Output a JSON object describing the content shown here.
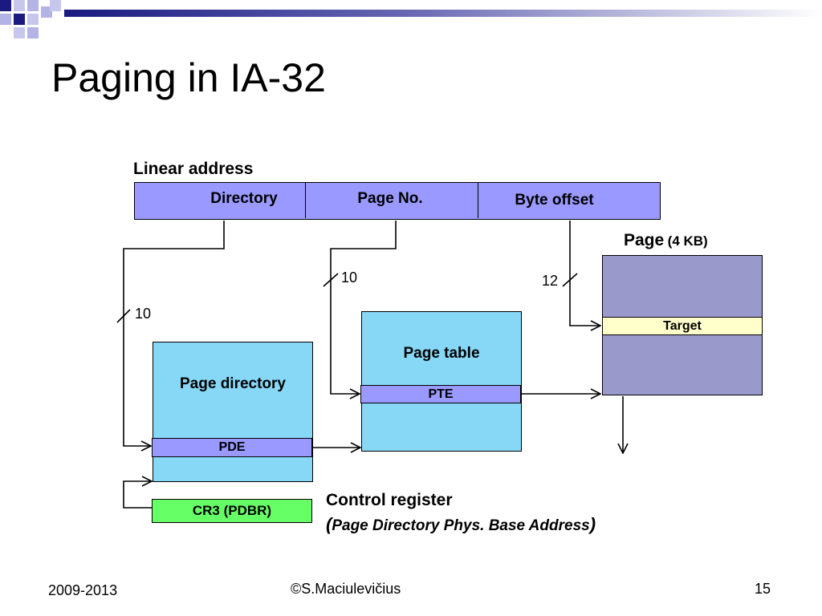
{
  "slide": {
    "title": "Paging in IA-32",
    "footer": {
      "years": "2009-2013",
      "author": "©S.Maciulevičius",
      "page_number": "15"
    }
  },
  "diagram": {
    "linear_address": {
      "label": "Linear address",
      "fields": [
        "Directory",
        "Page No.",
        "Byte offset"
      ]
    },
    "bit_widths": {
      "directory": "10",
      "page_no": "10",
      "byte_offset": "12"
    },
    "page_directory": {
      "label": "Page directory",
      "entry": "PDE"
    },
    "page_table": {
      "label": "Page table",
      "entry": "PTE"
    },
    "page": {
      "label": "Page",
      "size": "(4 KB)",
      "entry": "Target"
    },
    "cr3": {
      "label": "CR3 (PDBR)"
    },
    "control_register": {
      "label": "Control register",
      "paren_open": "(",
      "description": "Page Directory Phys. Base Address",
      "paren_close": ")"
    }
  },
  "colors": {
    "address_fill": "#9999ff",
    "table_fill": "#87d7f7",
    "page_fill": "#9999cc",
    "target_fill": "#ffffcc",
    "cr3_fill": "#66ff66",
    "deco_navy": "#1a1a80",
    "deco_light": "#b3b3e6"
  }
}
